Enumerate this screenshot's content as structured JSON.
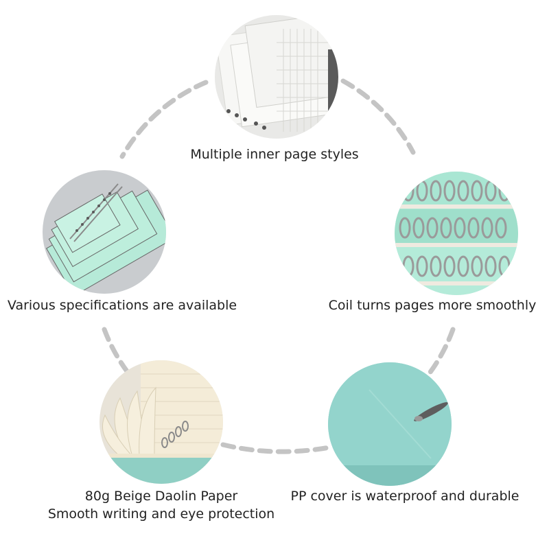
{
  "colors": {
    "background": "#ffffff",
    "dash_ring": "#c4c4c4",
    "text": "#222222",
    "mint_cover": "#a9e6d3",
    "teal_cover": "#8fd0c8",
    "beige_paper": "#f4ecd8"
  },
  "features": [
    {
      "icon": "inner-pages-photo",
      "caption": [
        "Multiple inner page styles"
      ]
    },
    {
      "icon": "coil-binding-photo",
      "caption": [
        "Coil turns pages more smoothly"
      ]
    },
    {
      "icon": "pp-cover-photo",
      "caption": [
        "PP cover is waterproof and durable"
      ]
    },
    {
      "icon": "beige-paper-photo",
      "caption": [
        "80g Beige Daolin Paper",
        "Smooth writing and eye protection"
      ]
    },
    {
      "icon": "notebook-sizes-photo",
      "caption": [
        "Various specifications are available"
      ]
    }
  ]
}
